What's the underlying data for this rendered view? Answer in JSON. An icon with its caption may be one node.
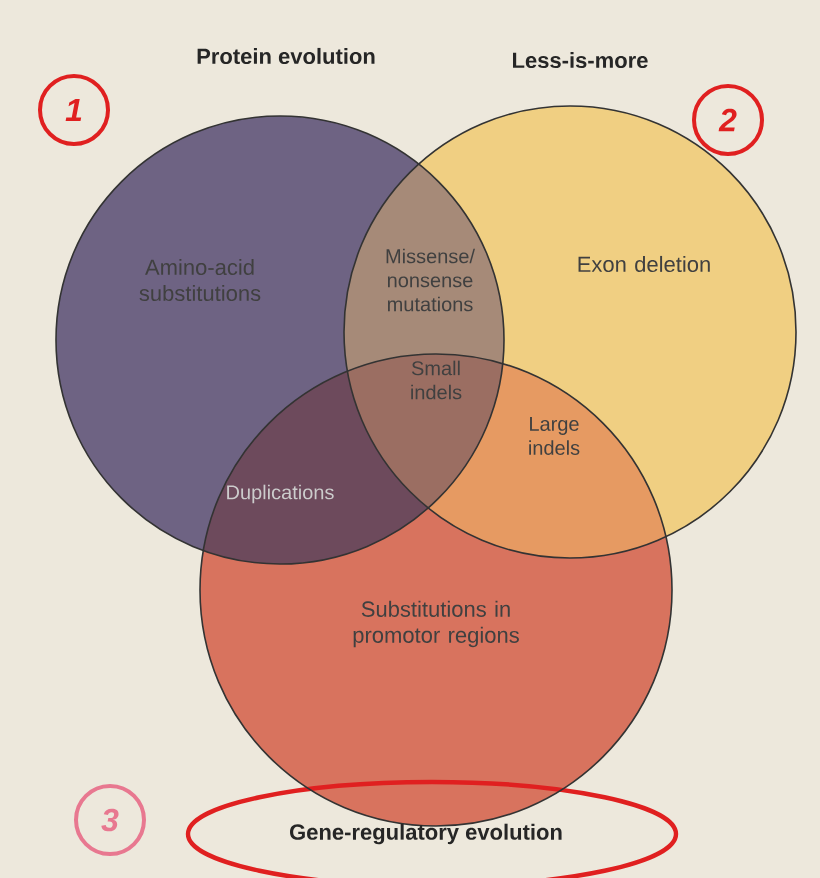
{
  "diagram": {
    "nodes": [
      {
        "text": [
          "Protein evolution",
          "Amino-acid substitutions"
        ]
      },
      {
        "text": [
          "Less-is-more",
          "Exon deletion"
        ]
      },
      {
        "text": [
          "Substitutions in promotor regions",
          "Gene-regulatory evolution"
        ]
      }
    ],
    "labels": [
      "Missense/ nonsense mutations",
      "Small indels",
      "Large indels",
      "Duplications",
      "1",
      "2",
      "3"
    ]
  }
}
